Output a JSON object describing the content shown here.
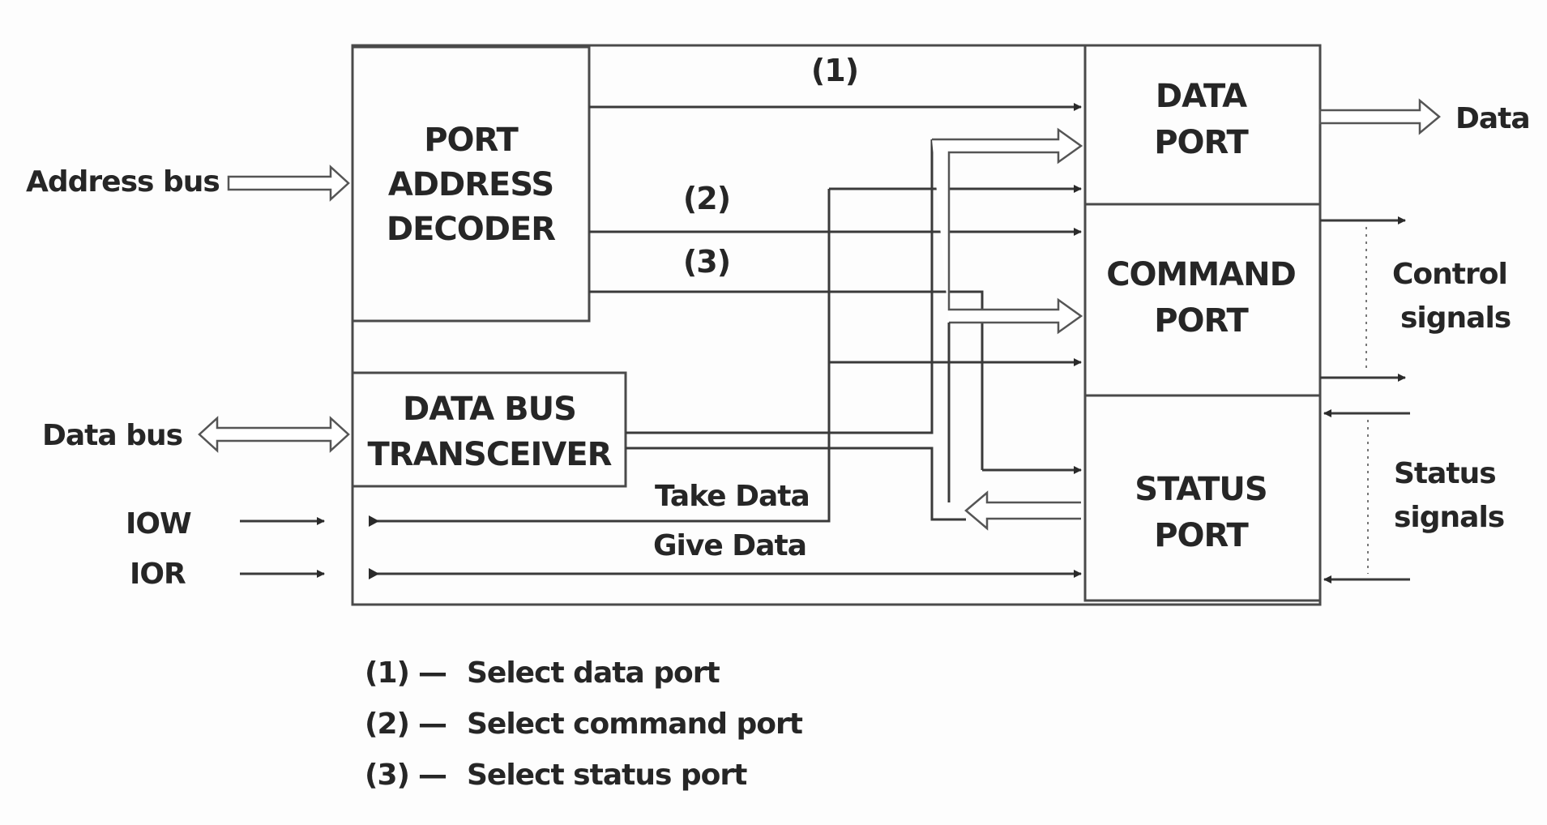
{
  "blocks": {
    "decoder": [
      "PORT",
      "ADDRESS",
      "DECODER"
    ],
    "transceiver": [
      "DATA BUS",
      "TRANSCEIVER"
    ],
    "data_port": [
      "DATA",
      "PORT"
    ],
    "command_port": [
      "COMMAND",
      "PORT"
    ],
    "status_port": [
      "STATUS",
      "PORT"
    ]
  },
  "signals": {
    "address_bus": "Address bus",
    "data_bus": "Data bus",
    "iow": "IOW",
    "ior": "IOR",
    "take_data": "Take Data",
    "give_data": "Give Data",
    "data_out": "Data",
    "control": [
      "Control",
      "signals"
    ],
    "status": [
      "Status",
      "signals"
    ]
  },
  "select_lines": {
    "one": "(1)",
    "two": "(2)",
    "three": "(3)"
  },
  "legend": [
    {
      "key": "(1)",
      "dash": "—",
      "text": "Select data port"
    },
    {
      "key": "(2)",
      "dash": "—",
      "text": "Select command port"
    },
    {
      "key": "(3)",
      "dash": "—",
      "text": "Select status port"
    }
  ]
}
